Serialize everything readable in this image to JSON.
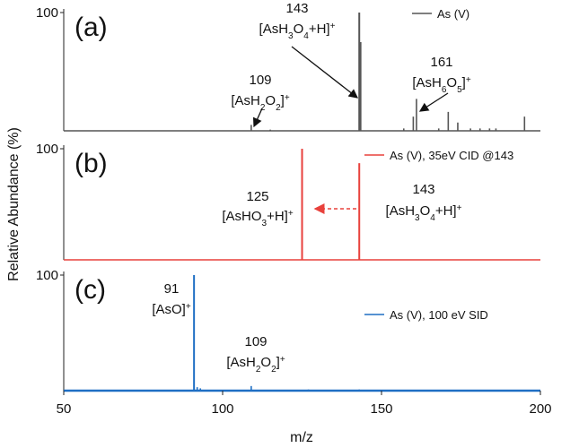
{
  "chart_data": {
    "type": "line",
    "xlabel": "m/z",
    "ylabel": "Relative Abundance (%)",
    "xlim": [
      50,
      200
    ],
    "x_ticks": [
      50,
      100,
      150,
      200
    ],
    "y_tick_label": "100",
    "panels": [
      {
        "label": "(a)",
        "legend": "As (V)",
        "color": "#555555",
        "ylim": [
          0,
          100
        ],
        "peaks": [
          {
            "x": 109,
            "y": 5
          },
          {
            "x": 115,
            "y": 1
          },
          {
            "x": 143,
            "y": 100
          },
          {
            "x": 143.4,
            "y": 75
          },
          {
            "x": 157,
            "y": 2
          },
          {
            "x": 160,
            "y": 12
          },
          {
            "x": 161,
            "y": 27
          },
          {
            "x": 168,
            "y": 2
          },
          {
            "x": 171,
            "y": 16
          },
          {
            "x": 174,
            "y": 7
          },
          {
            "x": 178,
            "y": 2
          },
          {
            "x": 181,
            "y": 2
          },
          {
            "x": 184,
            "y": 2
          },
          {
            "x": 186,
            "y": 2
          },
          {
            "x": 195,
            "y": 12
          }
        ],
        "annotations": [
          {
            "mz": "143",
            "formula_parts": [
              "[AsH",
              "3",
              "O",
              "4",
              "+H]",
              "+"
            ]
          },
          {
            "mz": "109",
            "formula_parts": [
              "[AsH",
              "2",
              "O",
              "2",
              "]",
              "+"
            ]
          },
          {
            "mz": "161",
            "formula_parts": [
              "[AsH",
              "6",
              "O",
              "5",
              "]",
              "+"
            ]
          }
        ]
      },
      {
        "label": "(b)",
        "legend": "As (V), 35eV CID @143",
        "color": "#e8413c",
        "ylim": [
          0,
          100
        ],
        "peaks": [
          {
            "x": 125,
            "y": 100
          },
          {
            "x": 143,
            "y": 87
          }
        ],
        "annotations": [
          {
            "mz": "125",
            "formula_parts": [
              "[AsHO",
              "3",
              "+H]",
              "+"
            ]
          },
          {
            "mz": "143",
            "formula_parts": [
              "[AsH",
              "3",
              "O",
              "4",
              "+H]",
              "+"
            ]
          }
        ]
      },
      {
        "label": "(c)",
        "legend": "As (V), 100 eV SID",
        "color": "#1f6fc4",
        "ylim": [
          0,
          100
        ],
        "peaks": [
          {
            "x": 91,
            "y": 100
          },
          {
            "x": 92,
            "y": 3
          },
          {
            "x": 93,
            "y": 2
          },
          {
            "x": 109,
            "y": 4
          },
          {
            "x": 127,
            "y": 1
          },
          {
            "x": 143,
            "y": 1
          }
        ],
        "annotations": [
          {
            "mz": "91",
            "formula_parts": [
              "[AsO]",
              "+"
            ]
          },
          {
            "mz": "109",
            "formula_parts": [
              "[AsH",
              "2",
              "O",
              "2",
              "]",
              "+"
            ]
          }
        ]
      }
    ]
  }
}
